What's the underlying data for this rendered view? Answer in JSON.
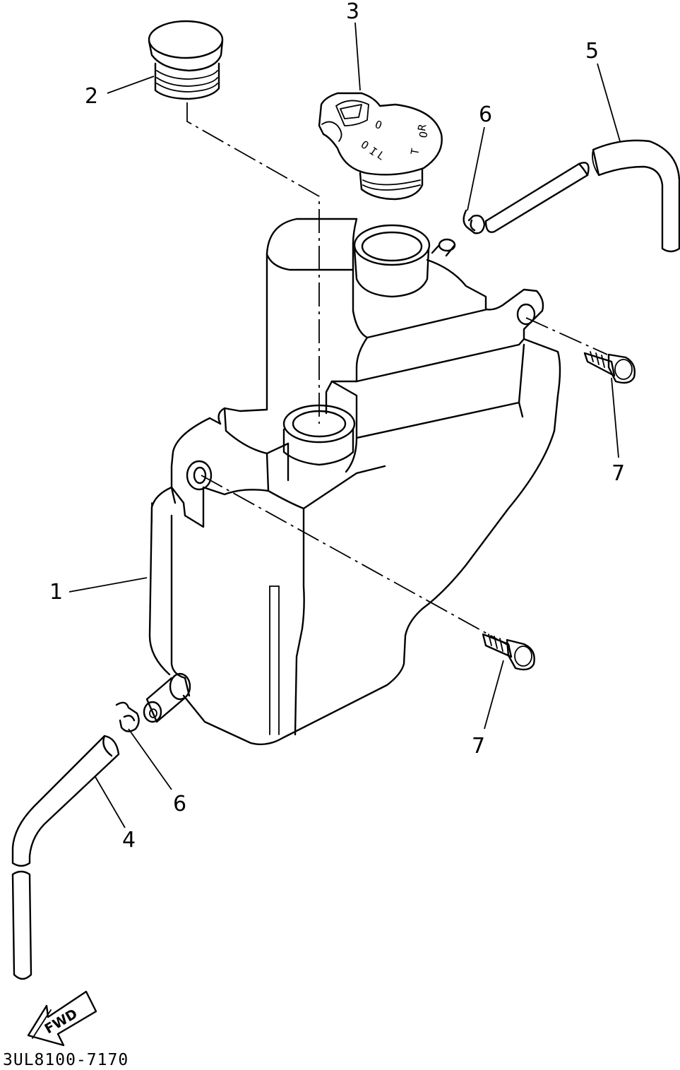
{
  "diagram": {
    "callouts": [
      "1",
      "2",
      "3",
      "4",
      "5",
      "6",
      "6",
      "7",
      "7"
    ],
    "cap_text": [
      "O",
      "I",
      "L",
      "T",
      "O",
      "R",
      "O"
    ],
    "fwd_label": "FWD",
    "part_code": "3UL8100-7170"
  }
}
